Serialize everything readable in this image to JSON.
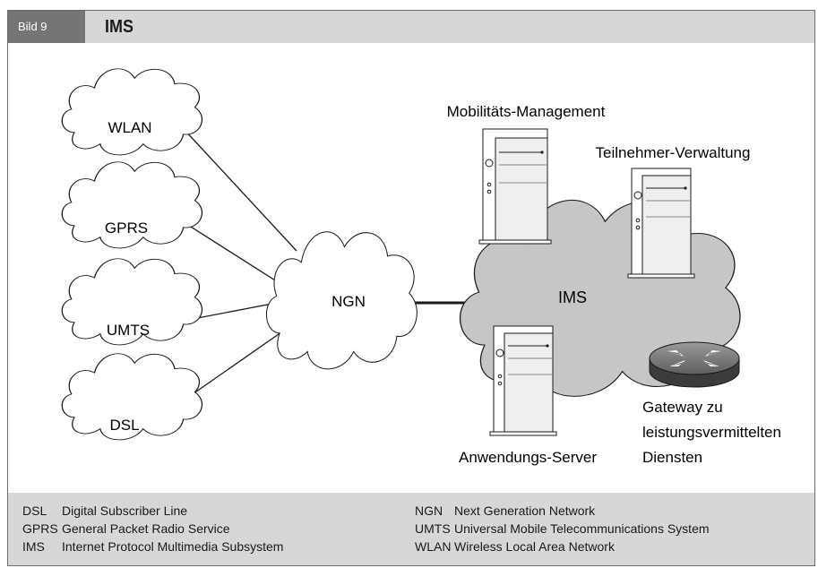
{
  "header": {
    "badge": "Bild 9",
    "title": "IMS"
  },
  "diagram": {
    "access_networks": [
      "WLAN",
      "GPRS",
      "UMTS",
      "DSL"
    ],
    "core_network": "NGN",
    "ims_cloud": "IMS",
    "servers": {
      "mobility": "Mobilitäts-Management",
      "subscriber": "Teilnehmer-Verwaltung",
      "application": "Anwendungs-Server"
    },
    "gateway": {
      "line1": "Gateway zu",
      "line2": "leistungsvermittelten",
      "line3": "Diensten"
    }
  },
  "legend": {
    "left": [
      {
        "abbr": "DSL",
        "text": "Digital Subscriber Line"
      },
      {
        "abbr": "GPRS",
        "text": "General Packet Radio Service"
      },
      {
        "abbr": "IMS",
        "text": "Internet Protocol Multimedia Subsystem"
      }
    ],
    "right": [
      {
        "abbr": "NGN",
        "text": "Next Generation Network"
      },
      {
        "abbr": "UMTS",
        "text": "Universal Mobile Telecommunications System"
      },
      {
        "abbr": "WLAN",
        "text": "Wireless Local Area Network"
      }
    ]
  },
  "colors": {
    "header_bg": "#d7d7d7",
    "badge_bg": "#757575",
    "ims_cloud": "#c6c6c6",
    "server_face": "#eeeeee"
  }
}
